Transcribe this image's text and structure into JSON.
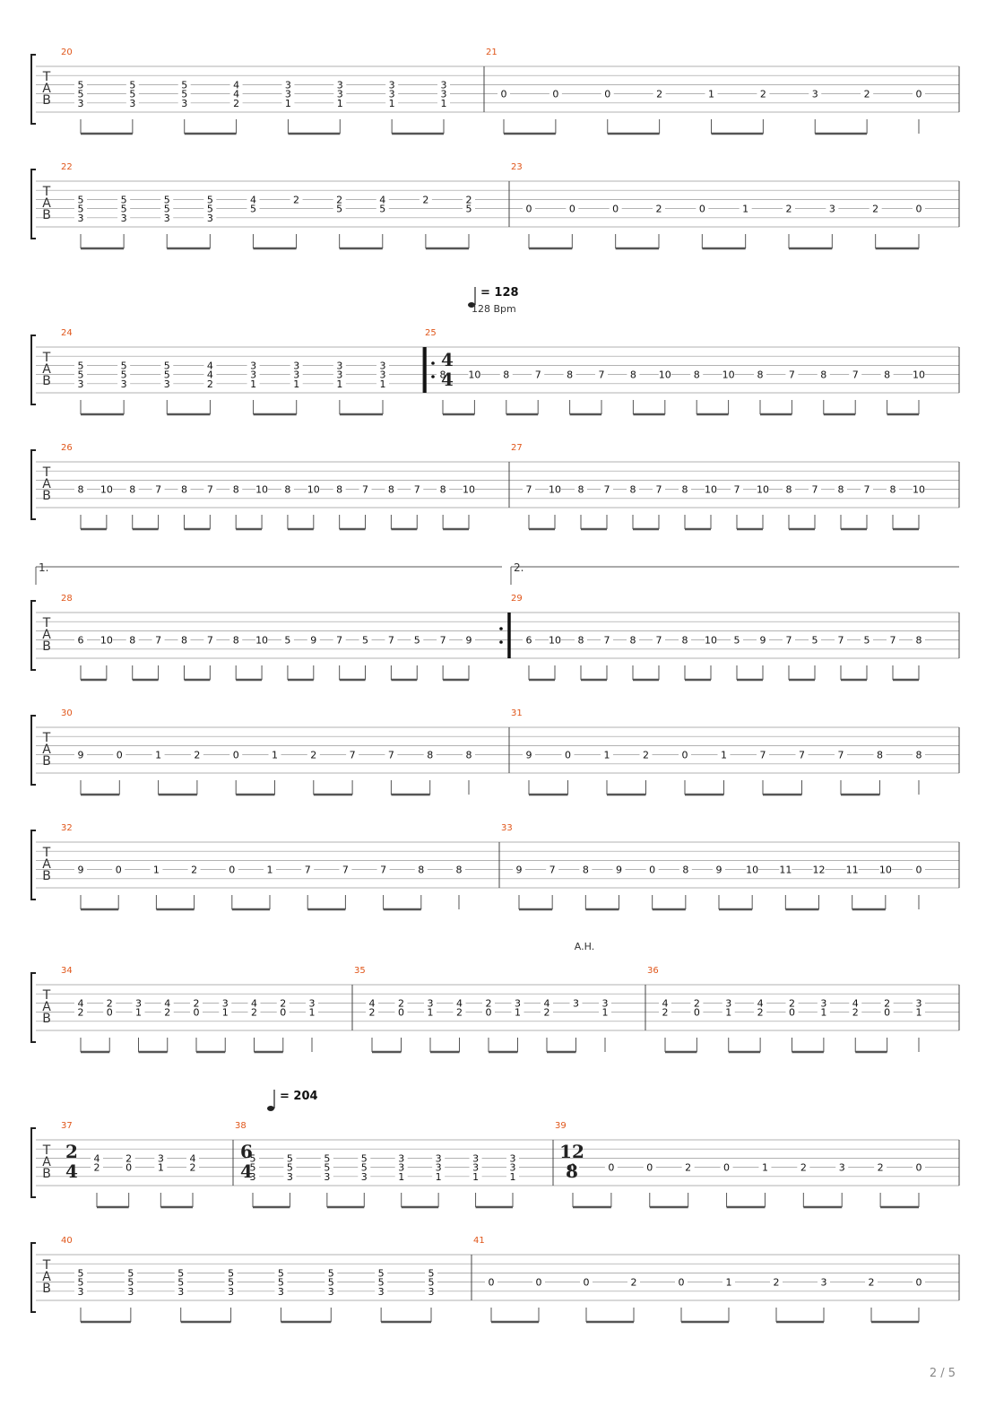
{
  "tab_letters": [
    "T",
    "A",
    "B"
  ],
  "page_number": "2 / 5",
  "annotations": {
    "ah": "A.H."
  },
  "tempos": [
    {
      "value": "= 128",
      "sub": "128 Bpm"
    },
    {
      "value": "= 204"
    }
  ],
  "volta": [
    "1.",
    "2."
  ],
  "time_signatures": [
    [
      "4",
      "4"
    ],
    [
      "2",
      "4"
    ],
    [
      "6",
      "4"
    ],
    [
      "12",
      "8"
    ]
  ],
  "measures": [
    {
      "n": "20",
      "notes": [
        [
          "5",
          "5",
          "3"
        ],
        [
          "5",
          "5",
          "3"
        ],
        [
          "5",
          "5",
          "3"
        ],
        [
          "4",
          "4",
          "2"
        ],
        [
          "3",
          "3",
          "1"
        ],
        [
          "3",
          "3",
          "1"
        ],
        [
          "3",
          "3",
          "1"
        ],
        [
          "3",
          "3",
          "1"
        ]
      ]
    },
    {
      "n": "21",
      "notes": [
        "0",
        "0",
        "0",
        "2",
        "1",
        "2",
        "3",
        "2",
        "0"
      ]
    },
    {
      "n": "22",
      "notes": [
        [
          "5",
          "5",
          "3"
        ],
        [
          "5",
          "5",
          "3"
        ],
        [
          "5",
          "5",
          "3"
        ],
        [
          "5",
          "5",
          "3"
        ],
        [
          "4",
          "5"
        ],
        [
          "2"
        ],
        [
          "2",
          "5"
        ],
        [
          "4",
          "5"
        ],
        [
          "2"
        ],
        [
          "2",
          "5"
        ]
      ]
    },
    {
      "n": "23",
      "notes": [
        "0",
        "0",
        "0",
        "2",
        "0",
        "1",
        "2",
        "3",
        "2",
        "0"
      ]
    },
    {
      "n": "24",
      "notes": [
        [
          "5",
          "5",
          "3"
        ],
        [
          "5",
          "5",
          "3"
        ],
        [
          "5",
          "5",
          "3"
        ],
        [
          "4",
          "4",
          "2"
        ],
        [
          "3",
          "3",
          "1"
        ],
        [
          "3",
          "3",
          "1"
        ],
        [
          "3",
          "3",
          "1"
        ],
        [
          "3",
          "3",
          "1"
        ]
      ]
    },
    {
      "n": "25",
      "notes": [
        "8",
        "10",
        "8",
        "7",
        "8",
        "7",
        "8",
        "10",
        "8",
        "10",
        "8",
        "7",
        "8",
        "7",
        "8",
        "10"
      ]
    },
    {
      "n": "26",
      "notes": [
        "8",
        "10",
        "8",
        "7",
        "8",
        "7",
        "8",
        "10",
        "8",
        "10",
        "8",
        "7",
        "8",
        "7",
        "8",
        "10"
      ]
    },
    {
      "n": "27",
      "notes": [
        "7",
        "10",
        "8",
        "7",
        "8",
        "7",
        "8",
        "10",
        "7",
        "10",
        "8",
        "7",
        "8",
        "7",
        "8",
        "10"
      ]
    },
    {
      "n": "28",
      "notes": [
        "6",
        "10",
        "8",
        "7",
        "8",
        "7",
        "8",
        "10",
        "5",
        "9",
        "7",
        "5",
        "7",
        "5",
        "7",
        "9"
      ]
    },
    {
      "n": "29",
      "notes": [
        "6",
        "10",
        "8",
        "7",
        "8",
        "7",
        "8",
        "10",
        "5",
        "9",
        "7",
        "5",
        "7",
        "5",
        "7",
        "8"
      ]
    },
    {
      "n": "30",
      "notes": [
        "9",
        "0",
        "1",
        "2",
        "0",
        "1",
        "2",
        "7",
        "7",
        "8",
        "8"
      ]
    },
    {
      "n": "31",
      "notes": [
        "9",
        "0",
        "1",
        "2",
        "0",
        "1",
        "7",
        "7",
        "7",
        "8",
        "8"
      ]
    },
    {
      "n": "32",
      "notes": [
        "9",
        "0",
        "1",
        "2",
        "0",
        "1",
        "7",
        "7",
        "7",
        "8",
        "8"
      ]
    },
    {
      "n": "33",
      "notes": [
        "9",
        "7",
        "8",
        "9",
        "0",
        "8",
        "9",
        "10",
        "11",
        "12",
        "11",
        "10",
        "0"
      ]
    },
    {
      "n": "34",
      "notes": [
        [
          "4",
          "2"
        ],
        [
          "2",
          "0"
        ],
        [
          "3",
          "1"
        ],
        [
          "4",
          "2"
        ],
        [
          "2",
          "0"
        ],
        [
          "3",
          "1"
        ],
        [
          "4",
          "2"
        ],
        [
          "2",
          "0"
        ],
        [
          "3",
          "1"
        ]
      ]
    },
    {
      "n": "35",
      "notes": [
        [
          "4",
          "2"
        ],
        [
          "2",
          "0"
        ],
        [
          "3",
          "1"
        ],
        [
          "4",
          "2"
        ],
        [
          "2",
          "0"
        ],
        [
          "3",
          "1"
        ],
        [
          "4",
          "2"
        ],
        [
          "3"
        ],
        [
          "3",
          "1"
        ]
      ]
    },
    {
      "n": "36",
      "notes": [
        [
          "4",
          "2"
        ],
        [
          "2",
          "0"
        ],
        [
          "3",
          "1"
        ],
        [
          "4",
          "2"
        ],
        [
          "2",
          "0"
        ],
        [
          "3",
          "1"
        ],
        [
          "4",
          "2"
        ],
        [
          "2",
          "0"
        ],
        [
          "3",
          "1"
        ]
      ]
    },
    {
      "n": "37",
      "notes": [
        [
          "4",
          "2"
        ],
        [
          "2",
          "0"
        ],
        [
          "3",
          "1"
        ],
        [
          "4",
          "2"
        ]
      ]
    },
    {
      "n": "38",
      "notes": [
        [
          "5",
          "5",
          "3"
        ],
        [
          "5",
          "5",
          "3"
        ],
        [
          "5",
          "5",
          "3"
        ],
        [
          "5",
          "5",
          "3"
        ],
        [
          "3",
          "3",
          "1"
        ],
        [
          "3",
          "3",
          "1"
        ],
        [
          "3",
          "3",
          "1"
        ],
        [
          "3",
          "3",
          "1"
        ]
      ]
    },
    {
      "n": "39",
      "notes": [
        "0",
        "0",
        "0",
        "2",
        "0",
        "1",
        "2",
        "3",
        "2",
        "0"
      ]
    },
    {
      "n": "40",
      "notes": [
        [
          "5",
          "5",
          "3"
        ],
        [
          "5",
          "5",
          "3"
        ],
        [
          "5",
          "5",
          "3"
        ],
        [
          "5",
          "5",
          "3"
        ],
        [
          "5",
          "5",
          "3"
        ],
        [
          "5",
          "5",
          "3"
        ],
        [
          "5",
          "5",
          "3"
        ],
        [
          "5",
          "5",
          "3"
        ]
      ]
    },
    {
      "n": "41",
      "notes": [
        "0",
        "0",
        "0",
        "2",
        "0",
        "1",
        "2",
        "3",
        "2",
        "0"
      ]
    }
  ]
}
